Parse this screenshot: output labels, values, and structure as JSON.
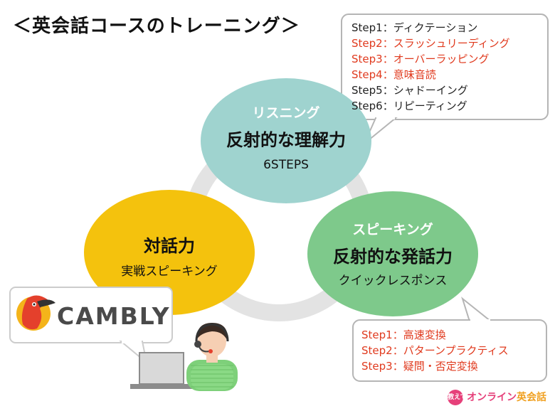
{
  "title": "＜英会話コースのトレーニング＞",
  "listening": {
    "label": "リスニング",
    "main": "反射的な理解力",
    "note": "6STEPS",
    "steps": [
      {
        "text": "Step1：ディクテーション",
        "color": "#222222"
      },
      {
        "text": "Step2：スラッシュリーディング",
        "color": "#e03a1e"
      },
      {
        "text": "Step3：オーバーラッピング",
        "color": "#e03a1e"
      },
      {
        "text": "Step4：意味音読",
        "color": "#e03a1e"
      },
      {
        "text": "Step5：シャドーイング",
        "color": "#222222"
      },
      {
        "text": "Step6：リピーティング",
        "color": "#222222"
      }
    ],
    "fill_color": "#9fd3cf"
  },
  "speaking": {
    "label": "スピーキング",
    "main": "反射的な発話力",
    "note": "クイックレスポンス",
    "steps": [
      {
        "text": "Step1：高速変換",
        "color": "#e03a1e"
      },
      {
        "text": "Step2：パターンプラクティス",
        "color": "#e03a1e"
      },
      {
        "text": "Step3：疑問・否定変換",
        "color": "#e03a1e"
      }
    ],
    "fill_color": "#7ec98b"
  },
  "dialogue": {
    "main": "対話力",
    "note": "実戦スピーキング",
    "fill_color": "#f4c20d"
  },
  "cambly": {
    "word": "CAMBLY"
  },
  "footer": {
    "badge": "教えて!",
    "part1": "オンライン",
    "part2": "英会話"
  },
  "ring_color": "#e3e3e3"
}
